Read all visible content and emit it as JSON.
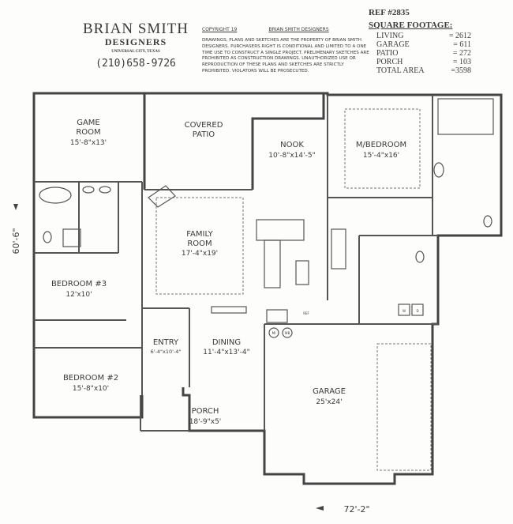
{
  "header": {
    "company": "BRIAN SMITH",
    "subtitle": "DESIGNERS",
    "location": "UNIVERSAL CITY, TEXAS",
    "phone": "(210)658-9726",
    "copyright": "COPYRIGHT 19",
    "copyright_owner": "BRIAN SMITH DESIGNERS",
    "notice": "DRAWINGS, PLANS AND SKETCHES ARE THE PROPERTY OF BRIAN SMITH DESIGNERS. PURCHASERS RIGHT IS CONDITIONAL AND LIMITED TO A ONE TIME USE TO CONSTRUCT A SINGLE PROJECT. PRELIMENARY SKETCHES ARE PROHIBITED AS CONSTRUCTION DRAWINGS. UNAUTHORIZED USE OR REPRODUCTION OF THESE PLANS AND SKETCHES ARE STRICTLY PROHIBITED. VIOLATORS WILL BE PROSECUTED."
  },
  "footage": {
    "ref": "REF #2835",
    "title": "SQUARE FOOTAGE:",
    "rows": [
      {
        "label": "LIVING",
        "value": "= 2612"
      },
      {
        "label": "GARAGE",
        "value": "= 611"
      },
      {
        "label": "PATIO",
        "value": "= 272"
      },
      {
        "label": "PORCH",
        "value": "= 103"
      },
      {
        "label": "TOTAL AREA",
        "value": "=3598"
      }
    ]
  },
  "rooms": {
    "game": {
      "name": "GAME",
      "name2": "ROOM",
      "size": "15'-8\"x13'"
    },
    "patio": {
      "name": "COVERED",
      "name2": "PATIO"
    },
    "nook": {
      "name": "NOOK",
      "size": "10'-8\"x14'-5\""
    },
    "master": {
      "name": "M/BEDROOM",
      "size": "15'-4\"x16'"
    },
    "family": {
      "name": "FAMILY",
      "name2": "ROOM",
      "size": "17'-4\"x19'"
    },
    "bed3": {
      "name": "BEDROOM #3",
      "size": "12'x10'"
    },
    "entry": {
      "name": "ENTRY",
      "size": "6'-4\"x10'-4\""
    },
    "dining": {
      "name": "DINING",
      "size": "11'-4\"x13'-4\""
    },
    "bed2": {
      "name": "BEDROOM #2",
      "size": "15'-8\"x10'"
    },
    "garage": {
      "name": "GARAGE",
      "size": "25'x24'"
    },
    "porch": {
      "name": "PORCH",
      "size": "18'-9\"x5'"
    }
  },
  "dimensions": {
    "depth": "60'-6\"",
    "width": "72'-2\""
  },
  "appliances": {
    "washer": "W",
    "dryer": "D",
    "ref": "REF",
    "micro": "MI",
    "oven": "WB"
  }
}
